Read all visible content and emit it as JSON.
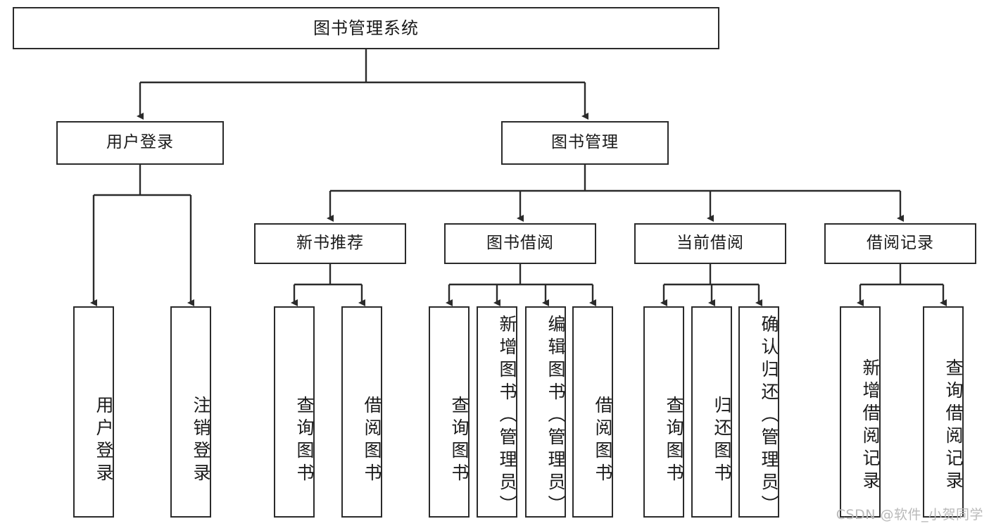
{
  "diagram": {
    "title": "图书管理系统",
    "type": "tree",
    "watermark": "CSDN @软件_小贺同学",
    "colors": {
      "box_border": "#2b2b2b",
      "box_fill": "#ffffff",
      "edge": "#2b2b2b",
      "text": "#1a1a1a",
      "watermark": "#b9b9b9",
      "background": "#ffffff"
    },
    "nodes": {
      "root": {
        "label": "图书管理系统"
      },
      "level1": [
        {
          "label": "用户登录"
        },
        {
          "label": "图书管理"
        }
      ],
      "level2": [
        {
          "label": "新书推荐"
        },
        {
          "label": "图书借阅"
        },
        {
          "label": "当前借阅"
        },
        {
          "label": "借阅记录"
        }
      ],
      "leaves": {
        "user_login": [
          {
            "label": "用户登录"
          },
          {
            "label": "注销登录"
          }
        ],
        "new_book": [
          {
            "label": "查询图书"
          },
          {
            "label": "借阅图书"
          }
        ],
        "book_borrow": [
          {
            "label": "查询图书"
          },
          {
            "label": "新增图书（管理员）"
          },
          {
            "label": "编辑图书（管理员）"
          },
          {
            "label": "借阅图书"
          }
        ],
        "current_borrow": [
          {
            "label": "查询图书"
          },
          {
            "label": "归还图书"
          },
          {
            "label": "确认归还（管理员）"
          }
        ],
        "borrow_record": [
          {
            "label": "新增借阅记录"
          },
          {
            "label": "查询借阅记录"
          }
        ]
      }
    }
  }
}
